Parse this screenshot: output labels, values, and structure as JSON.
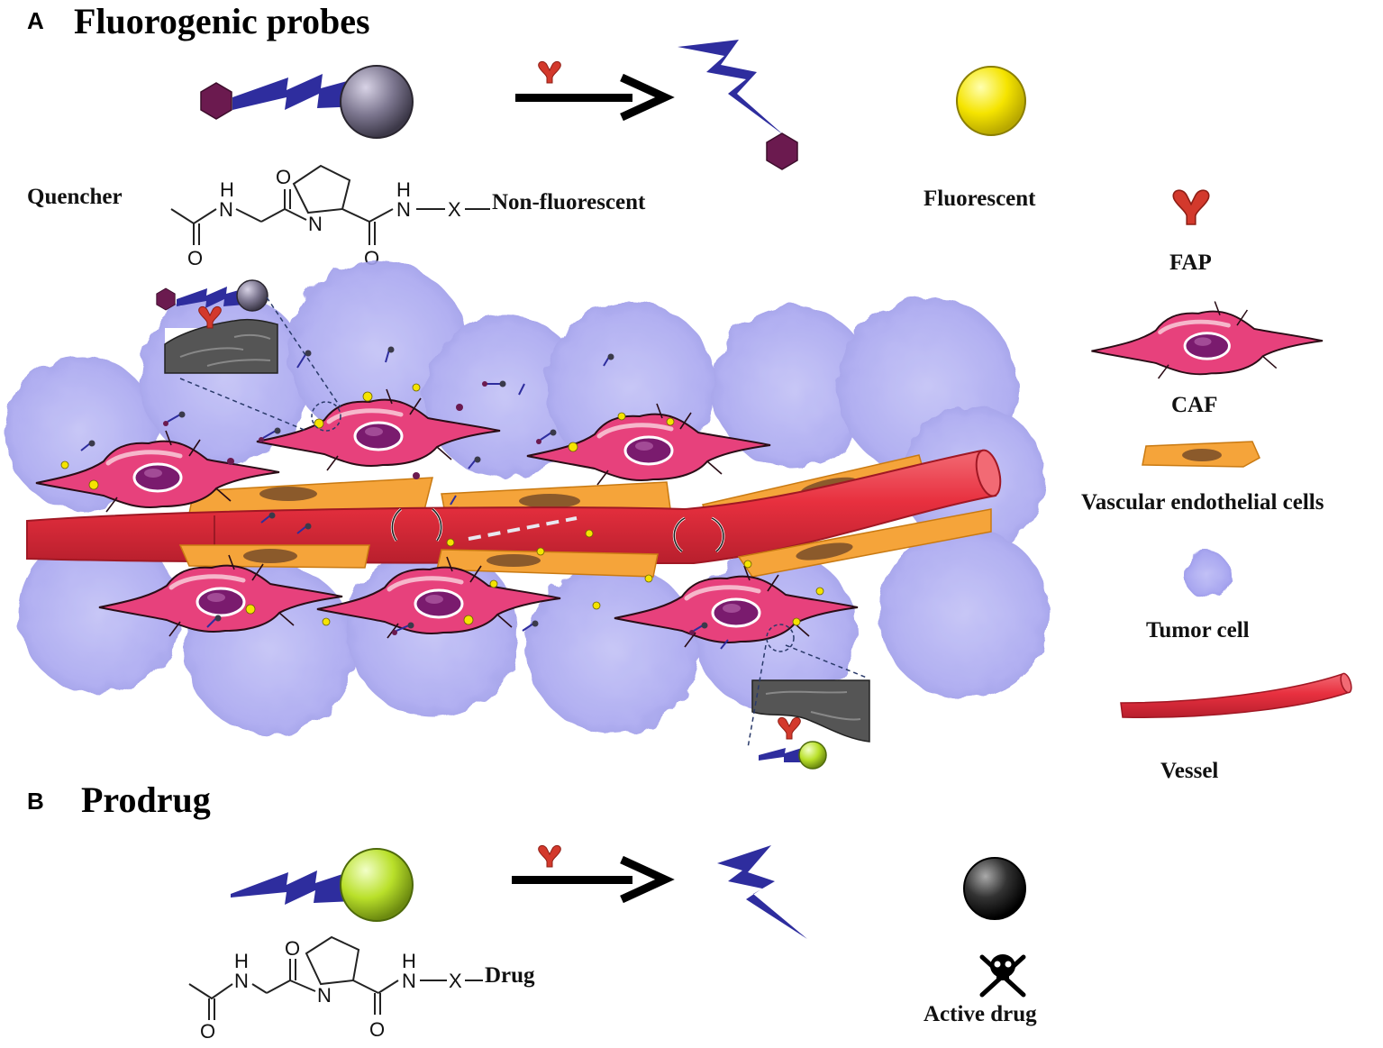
{
  "panel_a": {
    "letter": "A",
    "title": "Fluorogenic probes",
    "quencher_label": "Quencher",
    "non_fluorescent_label": "Non-fluorescent",
    "fluorescent_label": "Fluorescent"
  },
  "panel_b": {
    "letter": "B",
    "title": "Prodrug",
    "drug_label": "Drug",
    "active_drug_label": "Active drug"
  },
  "chemistry": {
    "atom_h": "H",
    "atom_n": "N",
    "atom_o": "O",
    "atom_x": "X"
  },
  "legend": {
    "fap": "FAP",
    "caf": "CAF",
    "endothelial": "Vascular endothelial cells",
    "tumor": "Tumor cell",
    "vessel": "Vessel"
  },
  "colors": {
    "quencher": "#6b1a4f",
    "lightning": "#2e2d9e",
    "dye_gray": "#7d7790",
    "fluorescent_yellow": "#f5e400",
    "drug_green": "#b9e02a",
    "fap_red": "#d3392c",
    "caf_pink": "#e7417c",
    "nucleus_purple": "#7a1b6e",
    "endothelial_orange": "#f5a43a",
    "tumor_lavender": "#a9a7f0",
    "vessel_red": "#e8303f",
    "active_drug_black": "#222222"
  }
}
